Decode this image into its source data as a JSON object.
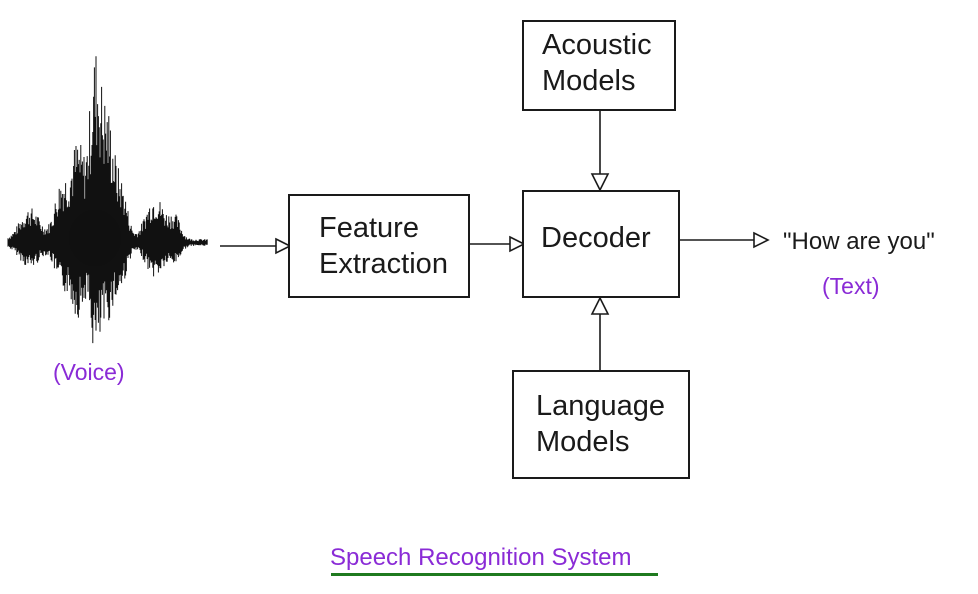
{
  "waveform_label": "(Voice)",
  "boxes": {
    "feature_extraction": "Feature\nExtraction",
    "decoder": "Decoder",
    "acoustic_models": "Acoustic\nModels",
    "language_models": "Language\nModels"
  },
  "output": {
    "text": "\"How are you\"",
    "label": "(Text)"
  },
  "title": "Speech Recognition System",
  "colors": {
    "label_purple": "#8a2bd6",
    "title_underline": "#1f7a1f",
    "stroke": "#1a1a1a"
  }
}
